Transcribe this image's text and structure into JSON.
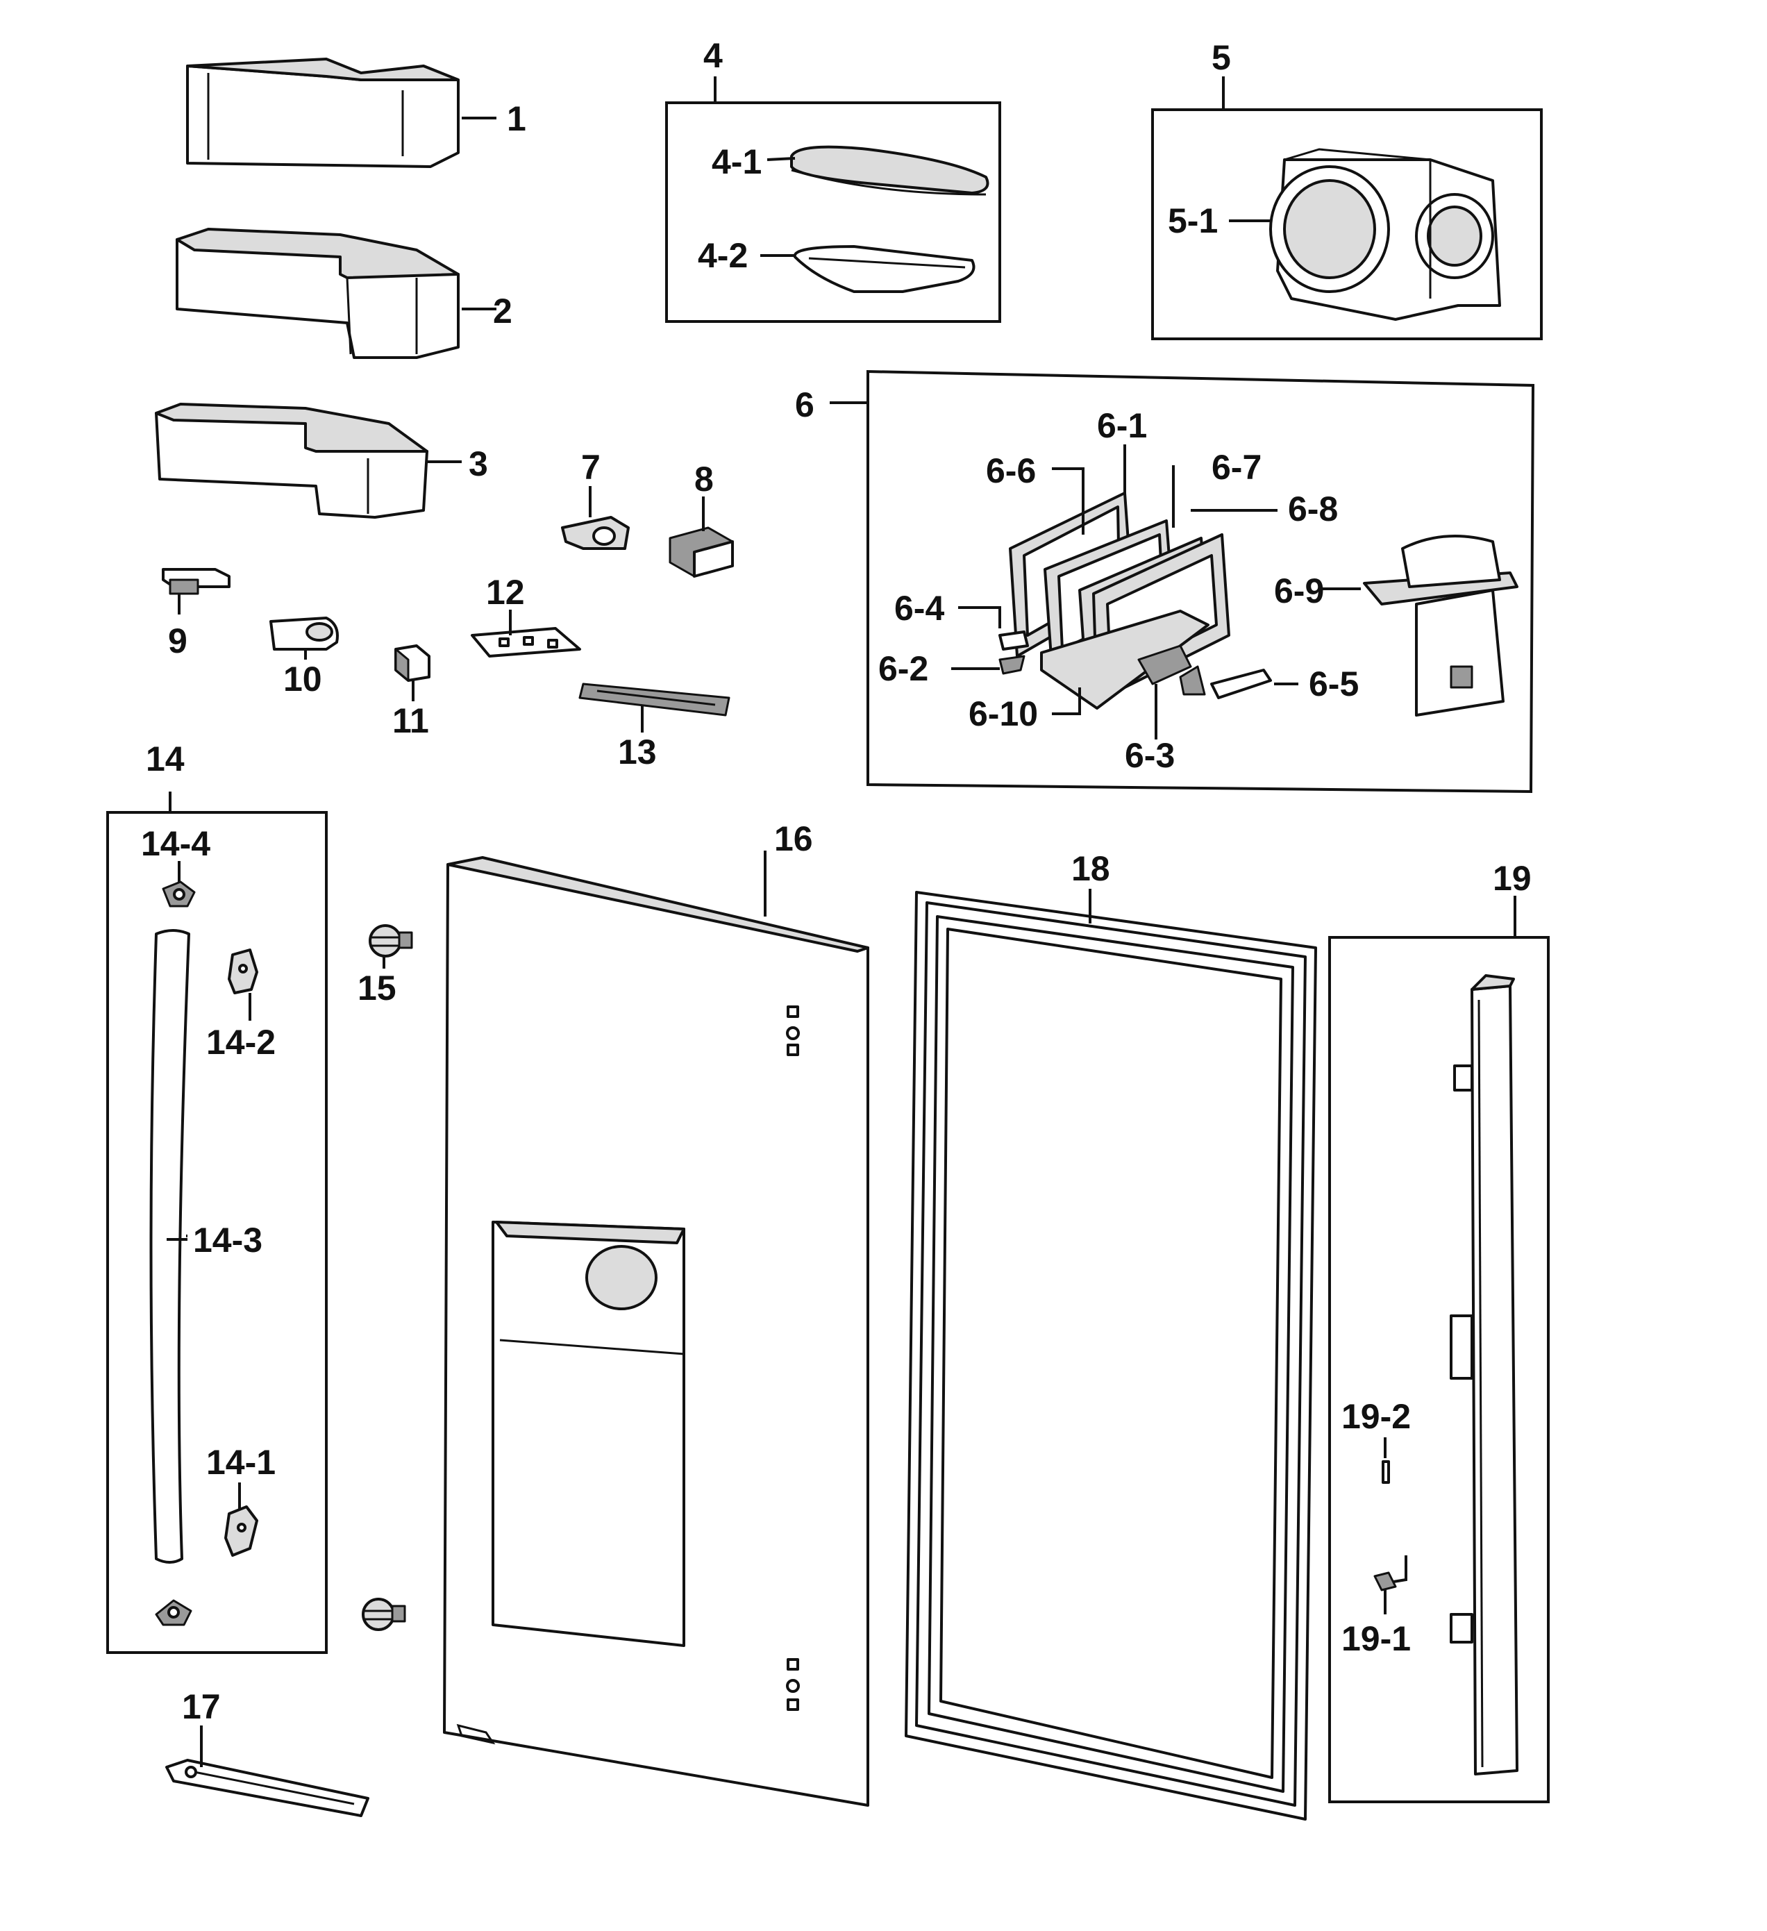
{
  "labels": {
    "p1": "1",
    "p2": "2",
    "p3": "3",
    "p4": "4",
    "p4_1": "4-1",
    "p4_2": "4-2",
    "p5": "5",
    "p5_1": "5-1",
    "p6": "6",
    "p6_1": "6-1",
    "p6_2": "6-2",
    "p6_3": "6-3",
    "p6_4": "6-4",
    "p6_5": "6-5",
    "p6_6": "6-6",
    "p6_7": "6-7",
    "p6_8": "6-8",
    "p6_9": "6-9",
    "p6_10": "6-10",
    "p7": "7",
    "p8": "8",
    "p9": "9",
    "p10": "10",
    "p11": "11",
    "p12": "12",
    "p13": "13",
    "p14": "14",
    "p14_1": "14-1",
    "p14_2": "14-2",
    "p14_3": "14-3",
    "p14_4": "14-4",
    "p15": "15",
    "p16": "16",
    "p17": "17",
    "p18": "18",
    "p19": "19",
    "p19_1": "19-1",
    "p19_2": "19-2"
  }
}
